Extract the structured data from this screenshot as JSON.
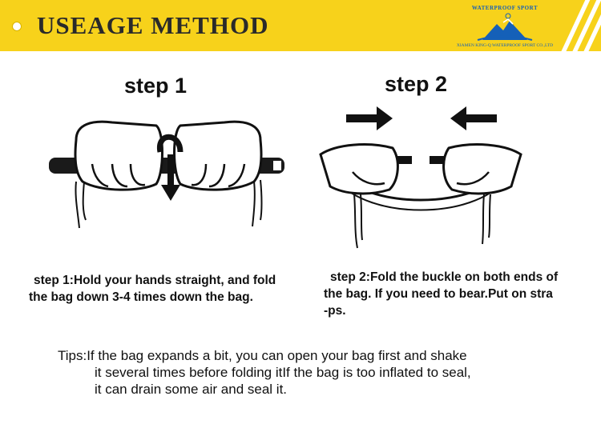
{
  "banner": {
    "title": "USEAGE METHOD",
    "logo_text": "WATERPROOF SPORT",
    "company": "XIAMEN KING-Q WATERPROOF SPORT CO.,LTD",
    "color": "#f7d21b"
  },
  "steps": [
    {
      "title": "step 1",
      "caption_lines": [
        "step 1:Hold your hands straight, and fold",
        "the bag down 3-4 times down the bag."
      ]
    },
    {
      "title": "step 2",
      "caption_lines": [
        "step 2:Fold the buckle on both ends of",
        "the bag. If you need to bear.Put on stra",
        "-ps."
      ]
    }
  ],
  "tips": {
    "lines": [
      "Tips:If the bag expands a bit, you can open your bag first and shake",
      "it several times before folding itIf the bag is too inflated to seal,",
      "it can drain some air and seal it."
    ]
  }
}
